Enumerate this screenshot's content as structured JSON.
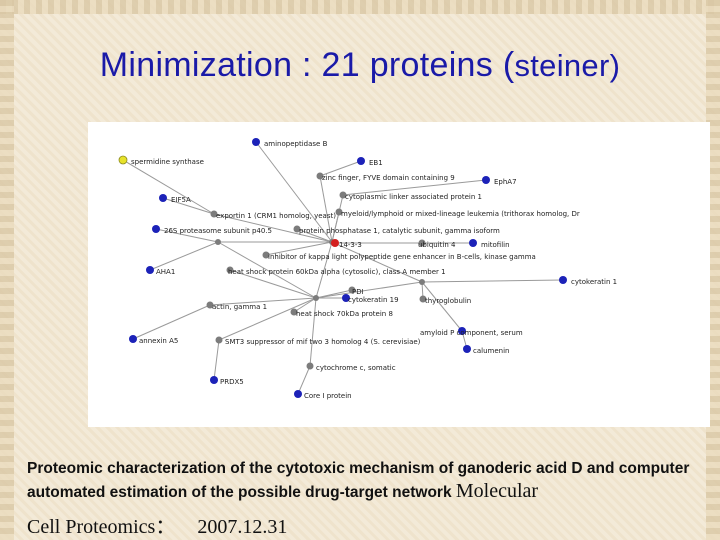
{
  "slide": {
    "title_main": "Minimization : 21  proteins (",
    "title_sub": "steiner)"
  },
  "network": {
    "nodes": [
      {
        "id": "n_aminopeptidase",
        "label": "aminopeptidase B",
        "color": "blue"
      },
      {
        "id": "n_spermidine",
        "label": "spermidine synthase",
        "color": "yellow"
      },
      {
        "id": "n_eb1",
        "label": "EB1",
        "color": "blue"
      },
      {
        "id": "n_zinc",
        "label": "zinc finger, FYVE domain containing 9",
        "color": "gray"
      },
      {
        "id": "n_epha7",
        "label": "EphA7",
        "color": "blue"
      },
      {
        "id": "n_eif5a",
        "label": "EIF5A",
        "color": "blue"
      },
      {
        "id": "n_cytoplasmic",
        "label": "cytoplasmic linker associated protein 1",
        "color": "gray"
      },
      {
        "id": "n_myeloid",
        "label": "myeloid/lymphoid or mixed-lineage leukemia (trithorax homolog, Dr",
        "color": "gray"
      },
      {
        "id": "n_exportin",
        "label": "exportin 1 (CRM1 homolog, yeast)",
        "color": "gray"
      },
      {
        "id": "n_26s",
        "label": "26S proteasome subunit p40.5",
        "color": "blue"
      },
      {
        "id": "n_phosphatase",
        "label": "protein phosphatase 1, catalytic subunit, gamma isoform",
        "color": "gray"
      },
      {
        "id": "n_1433",
        "label": "14-3-3",
        "color": "red"
      },
      {
        "id": "n_ubiquitin",
        "label": "ubiquitin 4",
        "color": "gray"
      },
      {
        "id": "n_mitofilin",
        "label": "mitofilin",
        "color": "blue"
      },
      {
        "id": "n_ikb",
        "label": "inhibitor of kappa light polypeptide gene enhancer in B-cells, kinase gamma",
        "color": "gray"
      },
      {
        "id": "n_aha1",
        "label": "AHA1",
        "color": "blue"
      },
      {
        "id": "n_hsp60",
        "label": "heat shock protein 60kDa alpha (cytosolic), class A member 1",
        "color": "gray"
      },
      {
        "id": "n_cytokeratin1",
        "label": "cytokeratin 1",
        "color": "blue"
      },
      {
        "id": "n_pdi",
        "label": "PDI",
        "color": "gray"
      },
      {
        "id": "n_cytokeratin19",
        "label": "cytokeratin 19",
        "color": "blue"
      },
      {
        "id": "n_thyroglobulin",
        "label": "thyroglobulin",
        "color": "gray"
      },
      {
        "id": "n_actin",
        "label": "actin, gamma 1",
        "color": "gray"
      },
      {
        "id": "n_hsp70",
        "label": "heat shock 70kDa protein 8",
        "color": "gray"
      },
      {
        "id": "n_annexin",
        "label": "annexin A5",
        "color": "blue"
      },
      {
        "id": "n_amyloid",
        "label": "amyloid P component, serum",
        "color": "blue"
      },
      {
        "id": "n_smt3",
        "label": "SMT3 suppressor of mif two 3 homolog 4 (S. cerevisiae)",
        "color": "gray"
      },
      {
        "id": "n_calumenin",
        "label": "calumenin",
        "color": "blue"
      },
      {
        "id": "n_prdx5",
        "label": "PRDX5",
        "color": "blue"
      },
      {
        "id": "n_cytochrome",
        "label": "cytochrome c, somatic",
        "color": "gray"
      },
      {
        "id": "n_core1",
        "label": "Core I protein",
        "color": "blue"
      }
    ],
    "colors": {
      "blue": "#1c22b8",
      "gray": "#7c7c7c",
      "red": "#d42020",
      "yellow": "#e7e22a",
      "edge": "#9a9a9a"
    }
  },
  "caption": {
    "bold_text": "Proteomic characterization of the cytotoxic mechanism of ganoderic acid D and computer automated estimation of the possible drug-target network ",
    "journal_part1": "Molecular",
    "journal_part2": "Cell  Proteomics",
    "separator": "：",
    "date": "2007.12.31"
  }
}
